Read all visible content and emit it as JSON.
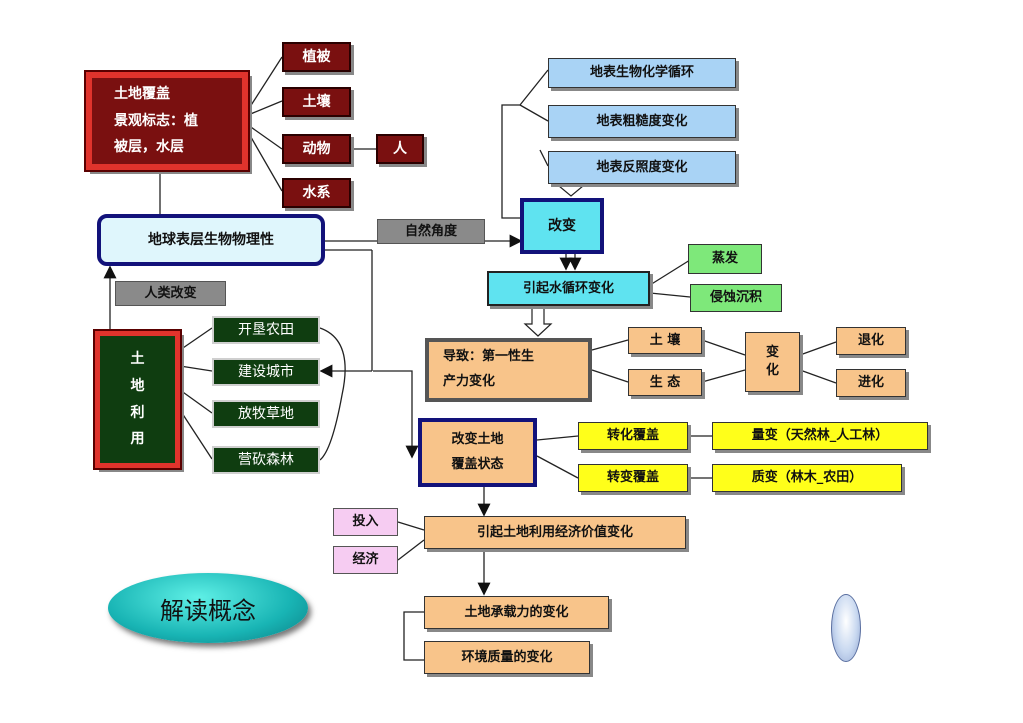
{
  "nodes": {
    "land_cover": [
      "土地覆盖",
      "景观标志：植",
      "被层，水层"
    ],
    "vegetation": "植被",
    "soil_top": "土壤",
    "animals": "动物",
    "human": "人",
    "water_system": "水系",
    "earth_surface": "地球表层生物物理性",
    "natural_angle": "自然角度",
    "human_change": "人类改变",
    "land_use": [
      "土",
      "地",
      "利",
      "用"
    ],
    "farmland": "开垦农田",
    "city": "建设城市",
    "pasture": "放牧草地",
    "logging": "营砍森林",
    "bio_chem_cycle": "地表生物化学循环",
    "roughness": "地表粗糙度变化",
    "albedo": "地表反照度变化",
    "change": "改变",
    "water_cycle": "引起水循环变化",
    "evaporation": "蒸发",
    "erosion": "侵蚀沉积",
    "productivity": [
      "导致：第一性生",
      "产力变化"
    ],
    "soil": "土  壤",
    "ecology": "生  态",
    "bian_hua": [
      "变",
      "化"
    ],
    "degradation": "退化",
    "evolution": "进化",
    "cover_state": [
      "改变土地",
      "覆盖状态"
    ],
    "conversion": "转化覆盖",
    "modification": "转变覆盖",
    "quantity_change": "量变（天然林_人工林）",
    "quality_change": "质变（林木_农田）",
    "investment": "投入",
    "economy": "经济",
    "econ_value": "引起土地利用经济价值变化",
    "carrying_capacity": "土地承载力的变化",
    "env_quality": "环境质量的变化",
    "interpret": "解读概念"
  },
  "colors": {
    "maroon": "#7a1010",
    "red_border": "#e0332c",
    "navy_border": "#12127a",
    "light_blue": "#a9d3f5",
    "cyan": "#5fe3f0",
    "tan": "#f8c48a",
    "green": "#7ee87a",
    "dark_green": "#0f3d10",
    "yellow": "#ffff1a",
    "pink": "#f6ccf2",
    "teal": "#18b4b4",
    "gray": "#8a8a8a"
  },
  "icons": [
    "arrow-icon",
    "hollow-arrow-icon",
    "oval-button-icon"
  ]
}
